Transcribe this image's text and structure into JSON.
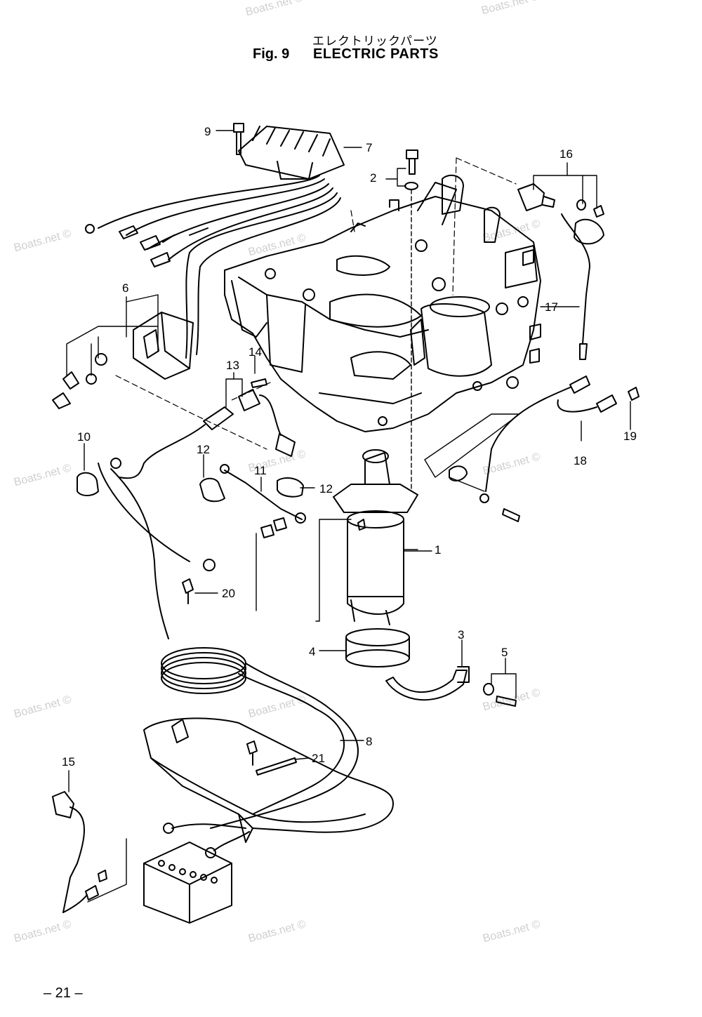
{
  "header": {
    "japanese_title": "エレクトリックパーツ",
    "figure": "Fig. 9",
    "title": "ELECTRIC PARTS"
  },
  "page_number": "– 21 –",
  "watermark": "Boats.net ©",
  "callouts": [
    "1",
    "2",
    "3",
    "4",
    "5",
    "6",
    "7",
    "8",
    "9",
    "10",
    "11",
    "12",
    "12",
    "13",
    "14",
    "15",
    "16",
    "17",
    "18",
    "19",
    "20",
    "21"
  ]
}
